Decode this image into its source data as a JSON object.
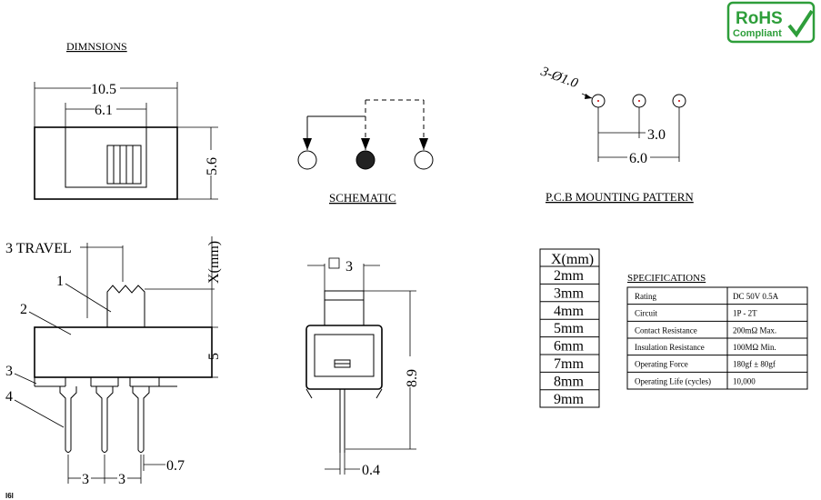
{
  "labels": {
    "dimensions_title": "DIMNSIONS",
    "schematic_title": "SCHEMATIC",
    "pcb_title": "P.C.B MOUNTING PATTERN",
    "specs_title": "SPECIFICATIONS",
    "page_marker": "l6l"
  },
  "rohs": {
    "line1": "RoHS",
    "line2": "Compliant",
    "color": "#2e9e3a"
  },
  "top_view": {
    "width": "10.5",
    "slider_width": "6.1",
    "height": "5.6"
  },
  "side_view": {
    "travel": "3 TRAVEL",
    "x_label": "X(mm)",
    "body_height": "5",
    "pitch_a": "3",
    "pitch_b": "3",
    "pin_width": "0.7",
    "callouts": [
      "1",
      "2",
      "3",
      "4"
    ]
  },
  "end_view": {
    "square": "3",
    "height": "8.9",
    "pin": "0.4"
  },
  "pcb": {
    "holes": "3-Ø1.0",
    "pitch": "3.0",
    "span": "6.0"
  },
  "x_table": {
    "header": "X(mm)",
    "rows": [
      "2mm",
      "3mm",
      "4mm",
      "5mm",
      "6mm",
      "7mm",
      "8mm",
      "9mm"
    ]
  },
  "specs": [
    {
      "name": "Rating",
      "value": "DC 50V  0.5A"
    },
    {
      "name": "Circuit",
      "value": "1P - 2T"
    },
    {
      "name": "Contact Resistance",
      "value": "200mΩ  Max."
    },
    {
      "name": "Insulation Resistance",
      "value": "100MΩ  Min."
    },
    {
      "name": "Operating Force",
      "value": "180gf  ± 80gf"
    },
    {
      "name": "Operating Life (cycles)",
      "value": "10,000"
    }
  ]
}
